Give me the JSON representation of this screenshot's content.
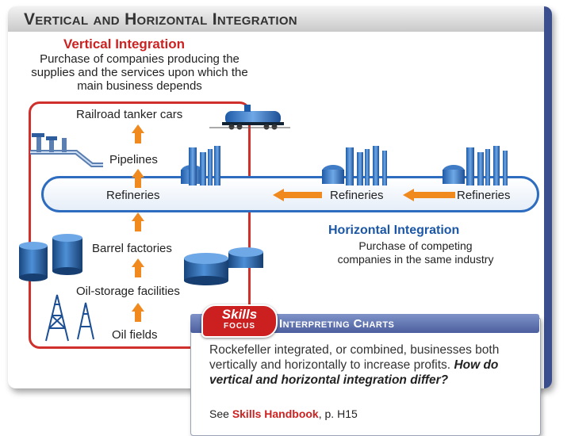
{
  "title": "Vertical and Horizontal Integration",
  "vertical": {
    "heading": "Vertical Integration",
    "description": "Purchase of companies producing the supplies and the services upon which the main business depends",
    "stages": [
      "Railroad tanker cars",
      "Pipelines",
      "Refineries",
      "Barrel factories",
      "Oil-storage facilities",
      "Oil fields"
    ]
  },
  "horizontal": {
    "heading": "Horizontal Integration",
    "description": "Purchase of competing companies in the same industry",
    "refineries": [
      "Refineries",
      "Refineries"
    ]
  },
  "skills": {
    "badge_top": "Skills",
    "badge_bottom": "FOCUS",
    "title": "Interpreting Charts",
    "body": "Rockefeller integrated, or combined, businesses both vertically and horizontally to increase profits.",
    "question": "How do vertical and horizontal integration differ?",
    "see_prefix": "See",
    "see_ref": "Skills Handbook",
    "see_page": ", p. H15"
  },
  "colors": {
    "vertical_accent": "#d0302b",
    "horizontal_accent": "#2d6cbe",
    "arrow": "#f08a1e",
    "skills_bar": "#4c5f9e"
  }
}
